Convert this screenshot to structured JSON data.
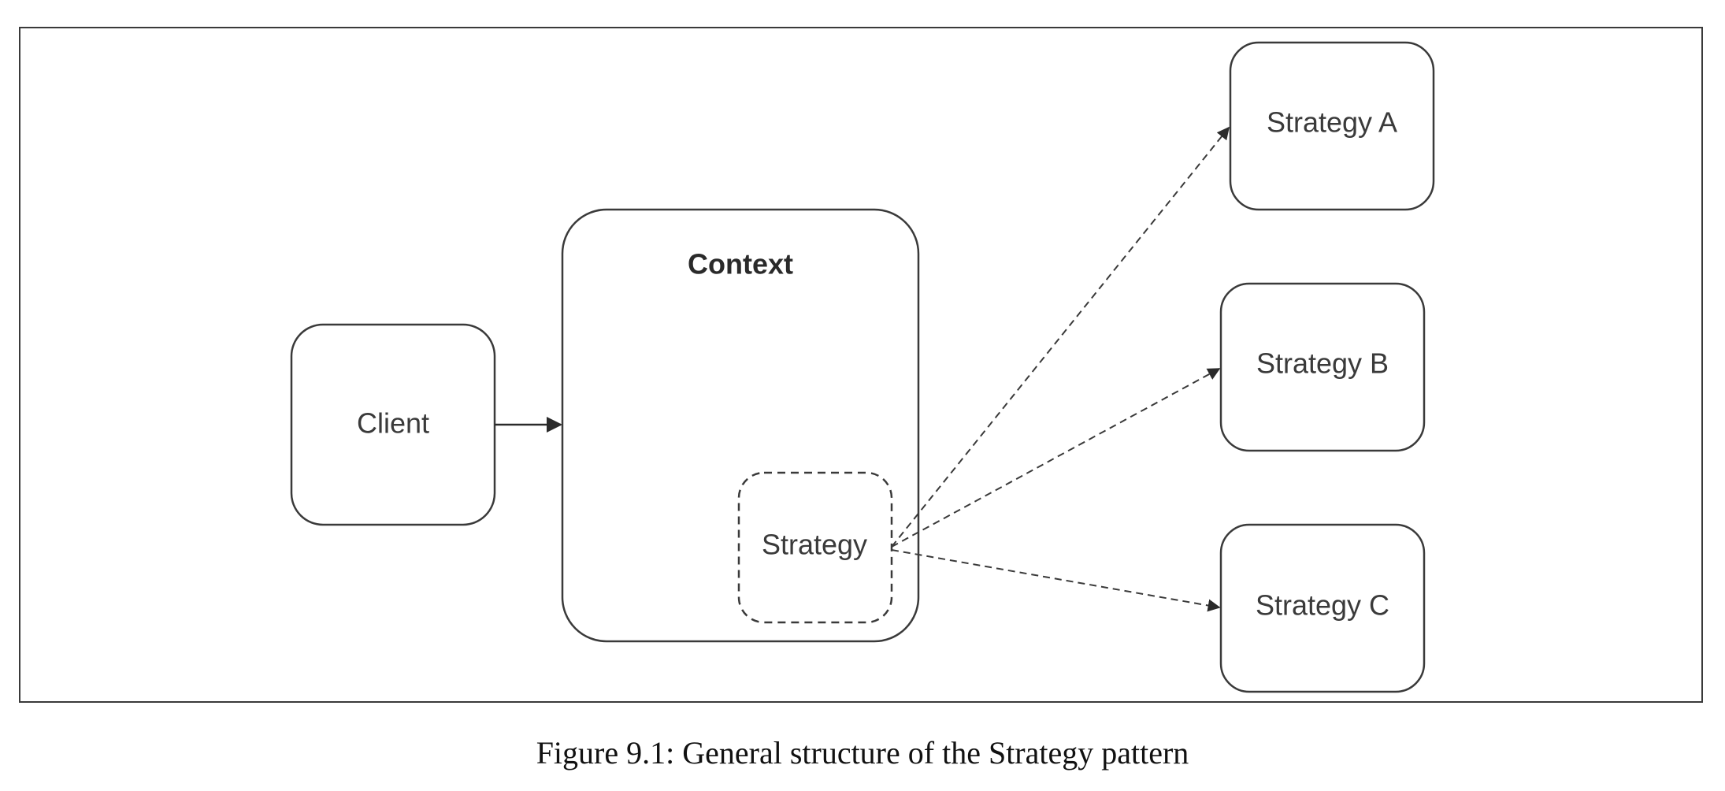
{
  "nodes": {
    "client": "Client",
    "context": "Context",
    "strategy": "Strategy",
    "strategy_a": "Strategy A",
    "strategy_b": "Strategy B",
    "strategy_c": "Strategy C"
  },
  "caption": "Figure 9.1: General structure of the Strategy pattern",
  "colors": {
    "stroke": "#3a3a3a",
    "text": "#3a3a3a"
  }
}
